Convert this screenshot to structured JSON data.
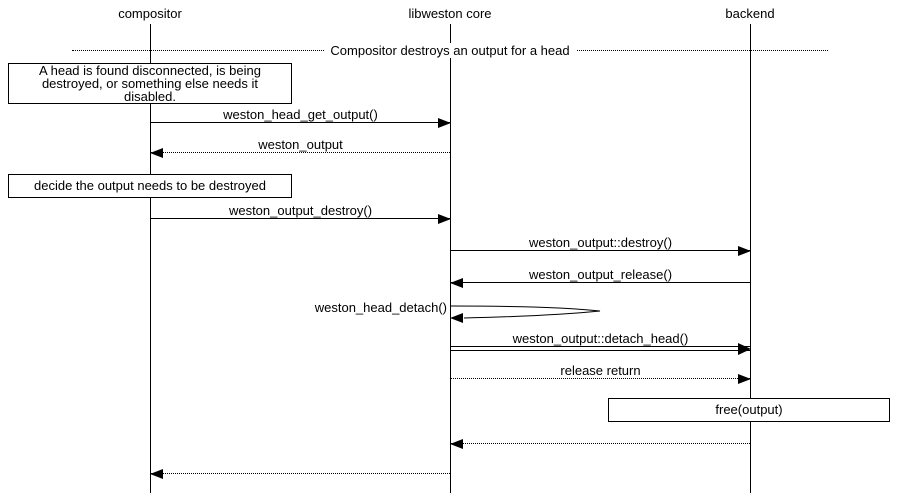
{
  "diagram": {
    "divider_title": "Compositor destroys an output for a head",
    "actors": [
      {
        "name": "compositor"
      },
      {
        "name": "libweston core"
      },
      {
        "name": "backend"
      }
    ],
    "notes": {
      "head_disconnected": "A head is found disconnected, is being\ndestroyed, or something else needs it\ndisabled.",
      "decide_destroy": "decide the output needs to be destroyed",
      "free_output": "free(output)"
    },
    "messages": {
      "head_get_output": "weston_head_get_output()",
      "weston_output_return": "weston_output",
      "output_destroy": "weston_output_destroy()",
      "output_destroy_vfunc": "weston_output::destroy()",
      "output_release": "weston_output_release()",
      "head_detach": "weston_head_detach()",
      "detach_head_vfunc": "weston_output::detach_head()",
      "release_return": "release return"
    },
    "colors": {
      "line": "#000000",
      "background": "#ffffff",
      "text": "#000000"
    }
  }
}
